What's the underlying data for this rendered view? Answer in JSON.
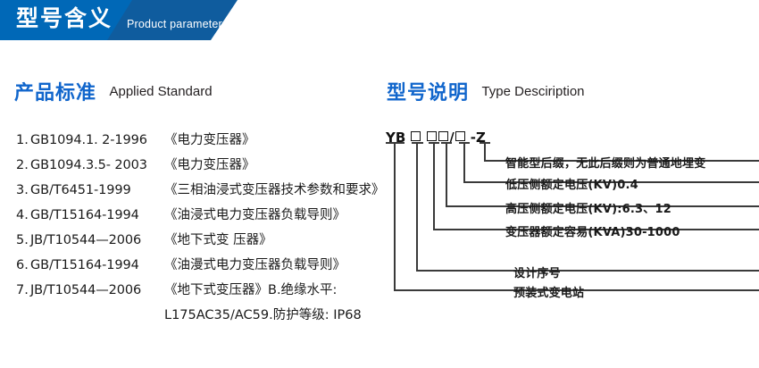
{
  "banner": {
    "title_cn": "型号含义",
    "title_en": "Product parameters",
    "bg_color": "#0068b7",
    "accent_color": "#0f5c9e"
  },
  "sections": {
    "left": {
      "title_cn": "产品标准",
      "title_en": "Applied Standard",
      "accent_color": "#1166cc"
    },
    "right": {
      "title_cn": "型号说明",
      "title_en": "Type Desciription",
      "accent_color": "#1166cc"
    }
  },
  "standards": [
    {
      "num": "1.",
      "code": "GB1094.1. 2-1996",
      "name": "《电力变压器》"
    },
    {
      "num": "2.",
      "code": "GB1094.3.5- 2003",
      "name": "《电力变压器》"
    },
    {
      "num": "3.",
      "code": "GB/T6451-1999",
      "name": "《三相油浸式变压器技术参数和要求》"
    },
    {
      "num": "4.",
      "code": "GB/T15164-1994",
      "name": "《油浸式电力变压器负载导则》"
    },
    {
      "num": "5.",
      "code": "JB/T10544—2006",
      "name": "《地下式变 压器》"
    },
    {
      "num": "6.",
      "code": "GB/T15164-1994",
      "name": "《油漫式电力变压器负载导则》"
    },
    {
      "num": "7.",
      "code": "JB/T10544—2006",
      "name": "《地下式变压器》B.绝缘水平:"
    }
  ],
  "standards_continuation": "L175AC35/AC59.防护等级: IP68",
  "model_code": {
    "prefix": "YB",
    "segments": [
      "YB",
      "□",
      "□□",
      "/",
      "□",
      "-",
      "Z"
    ],
    "display": "YB □ □□/□ - Z"
  },
  "callouts": [
    {
      "id": "suffix",
      "text": "智能型后缀，无此后缀则为普通地埋变"
    },
    {
      "id": "lv-voltage",
      "text": "低压侧额定电压(KV)0.4"
    },
    {
      "id": "hv-voltage",
      "text": "高压侧额定电压(KV):6.3、12"
    },
    {
      "id": "capacity",
      "text": "变压器额定容易(KVA)30-1000"
    },
    {
      "id": "design-no",
      "text": "设计序号"
    },
    {
      "id": "substation",
      "text": "预装式变电站"
    }
  ]
}
